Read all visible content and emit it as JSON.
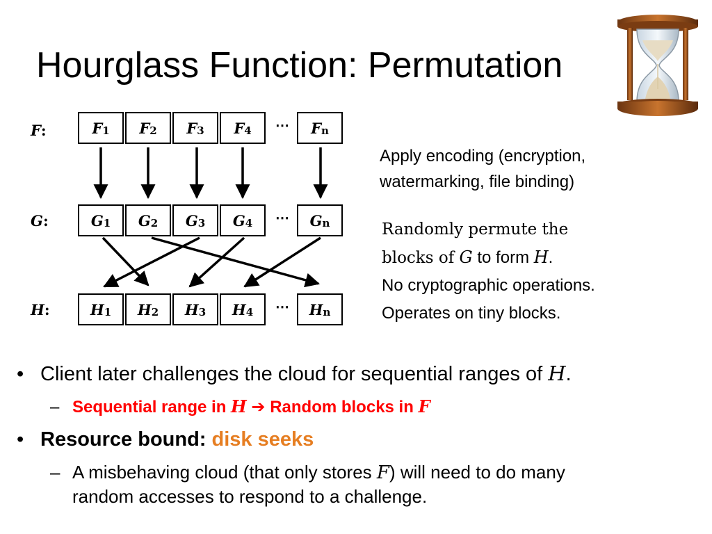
{
  "title": "Hourglass Function: Permutation",
  "rows": [
    {
      "label": "F",
      "colon": ":",
      "cells": [
        {
          "base": "F",
          "sub": "1"
        },
        {
          "base": "F",
          "sub": "2"
        },
        {
          "base": "F",
          "sub": "3"
        },
        {
          "base": "F",
          "sub": "4"
        },
        {
          "base": "F",
          "sub": "n"
        }
      ]
    },
    {
      "label": "G",
      "colon": ":",
      "cells": [
        {
          "base": "G",
          "sub": "1"
        },
        {
          "base": "G",
          "sub": "2"
        },
        {
          "base": "G",
          "sub": "3"
        },
        {
          "base": "G",
          "sub": "4"
        },
        {
          "base": "G",
          "sub": "n"
        }
      ]
    },
    {
      "label": "H",
      "colon": ":",
      "cells": [
        {
          "base": "H",
          "sub": "1"
        },
        {
          "base": "H",
          "sub": "2"
        },
        {
          "base": "H",
          "sub": "3"
        },
        {
          "base": "H",
          "sub": "4"
        },
        {
          "base": "H",
          "sub": "n"
        }
      ]
    }
  ],
  "ellipsis": "⋯",
  "note_encoding": {
    "line1": "Apply encoding (encryption,",
    "line2": "watermarking, file binding)"
  },
  "note_permute": {
    "line1": "Randomly permute the",
    "line2a": "blocks of ",
    "line2b": "G",
    "line2c": " to form ",
    "line2d": "H",
    "line2e": ".",
    "line3": "No cryptographic operations.",
    "line4": "Operates on tiny blocks."
  },
  "bullets": {
    "bullet_symbol": "•",
    "dash_symbol": "–",
    "b1_text": "Client later challenges the cloud for sequential ranges of ",
    "b1_math": "H",
    "b1_end": ".",
    "s1_a": "Sequential range in ",
    "s1_math1": "H",
    "s1_arrow": " ➔ ",
    "s1_b": "Random blocks in ",
    "s1_math2": "F",
    "b2_a": "Resource bound: ",
    "b2_b": "disk seeks",
    "s2_a": "A misbehaving cloud (that only stores ",
    "s2_math": "F",
    "s2_b": ") will need to do many",
    "s2_line2": "random accesses to respond to a challenge."
  },
  "colors": {
    "highlight_red": "#ff0000",
    "highlight_orange": "#e67e22",
    "hourglass_wood": "#8b4a1c"
  }
}
